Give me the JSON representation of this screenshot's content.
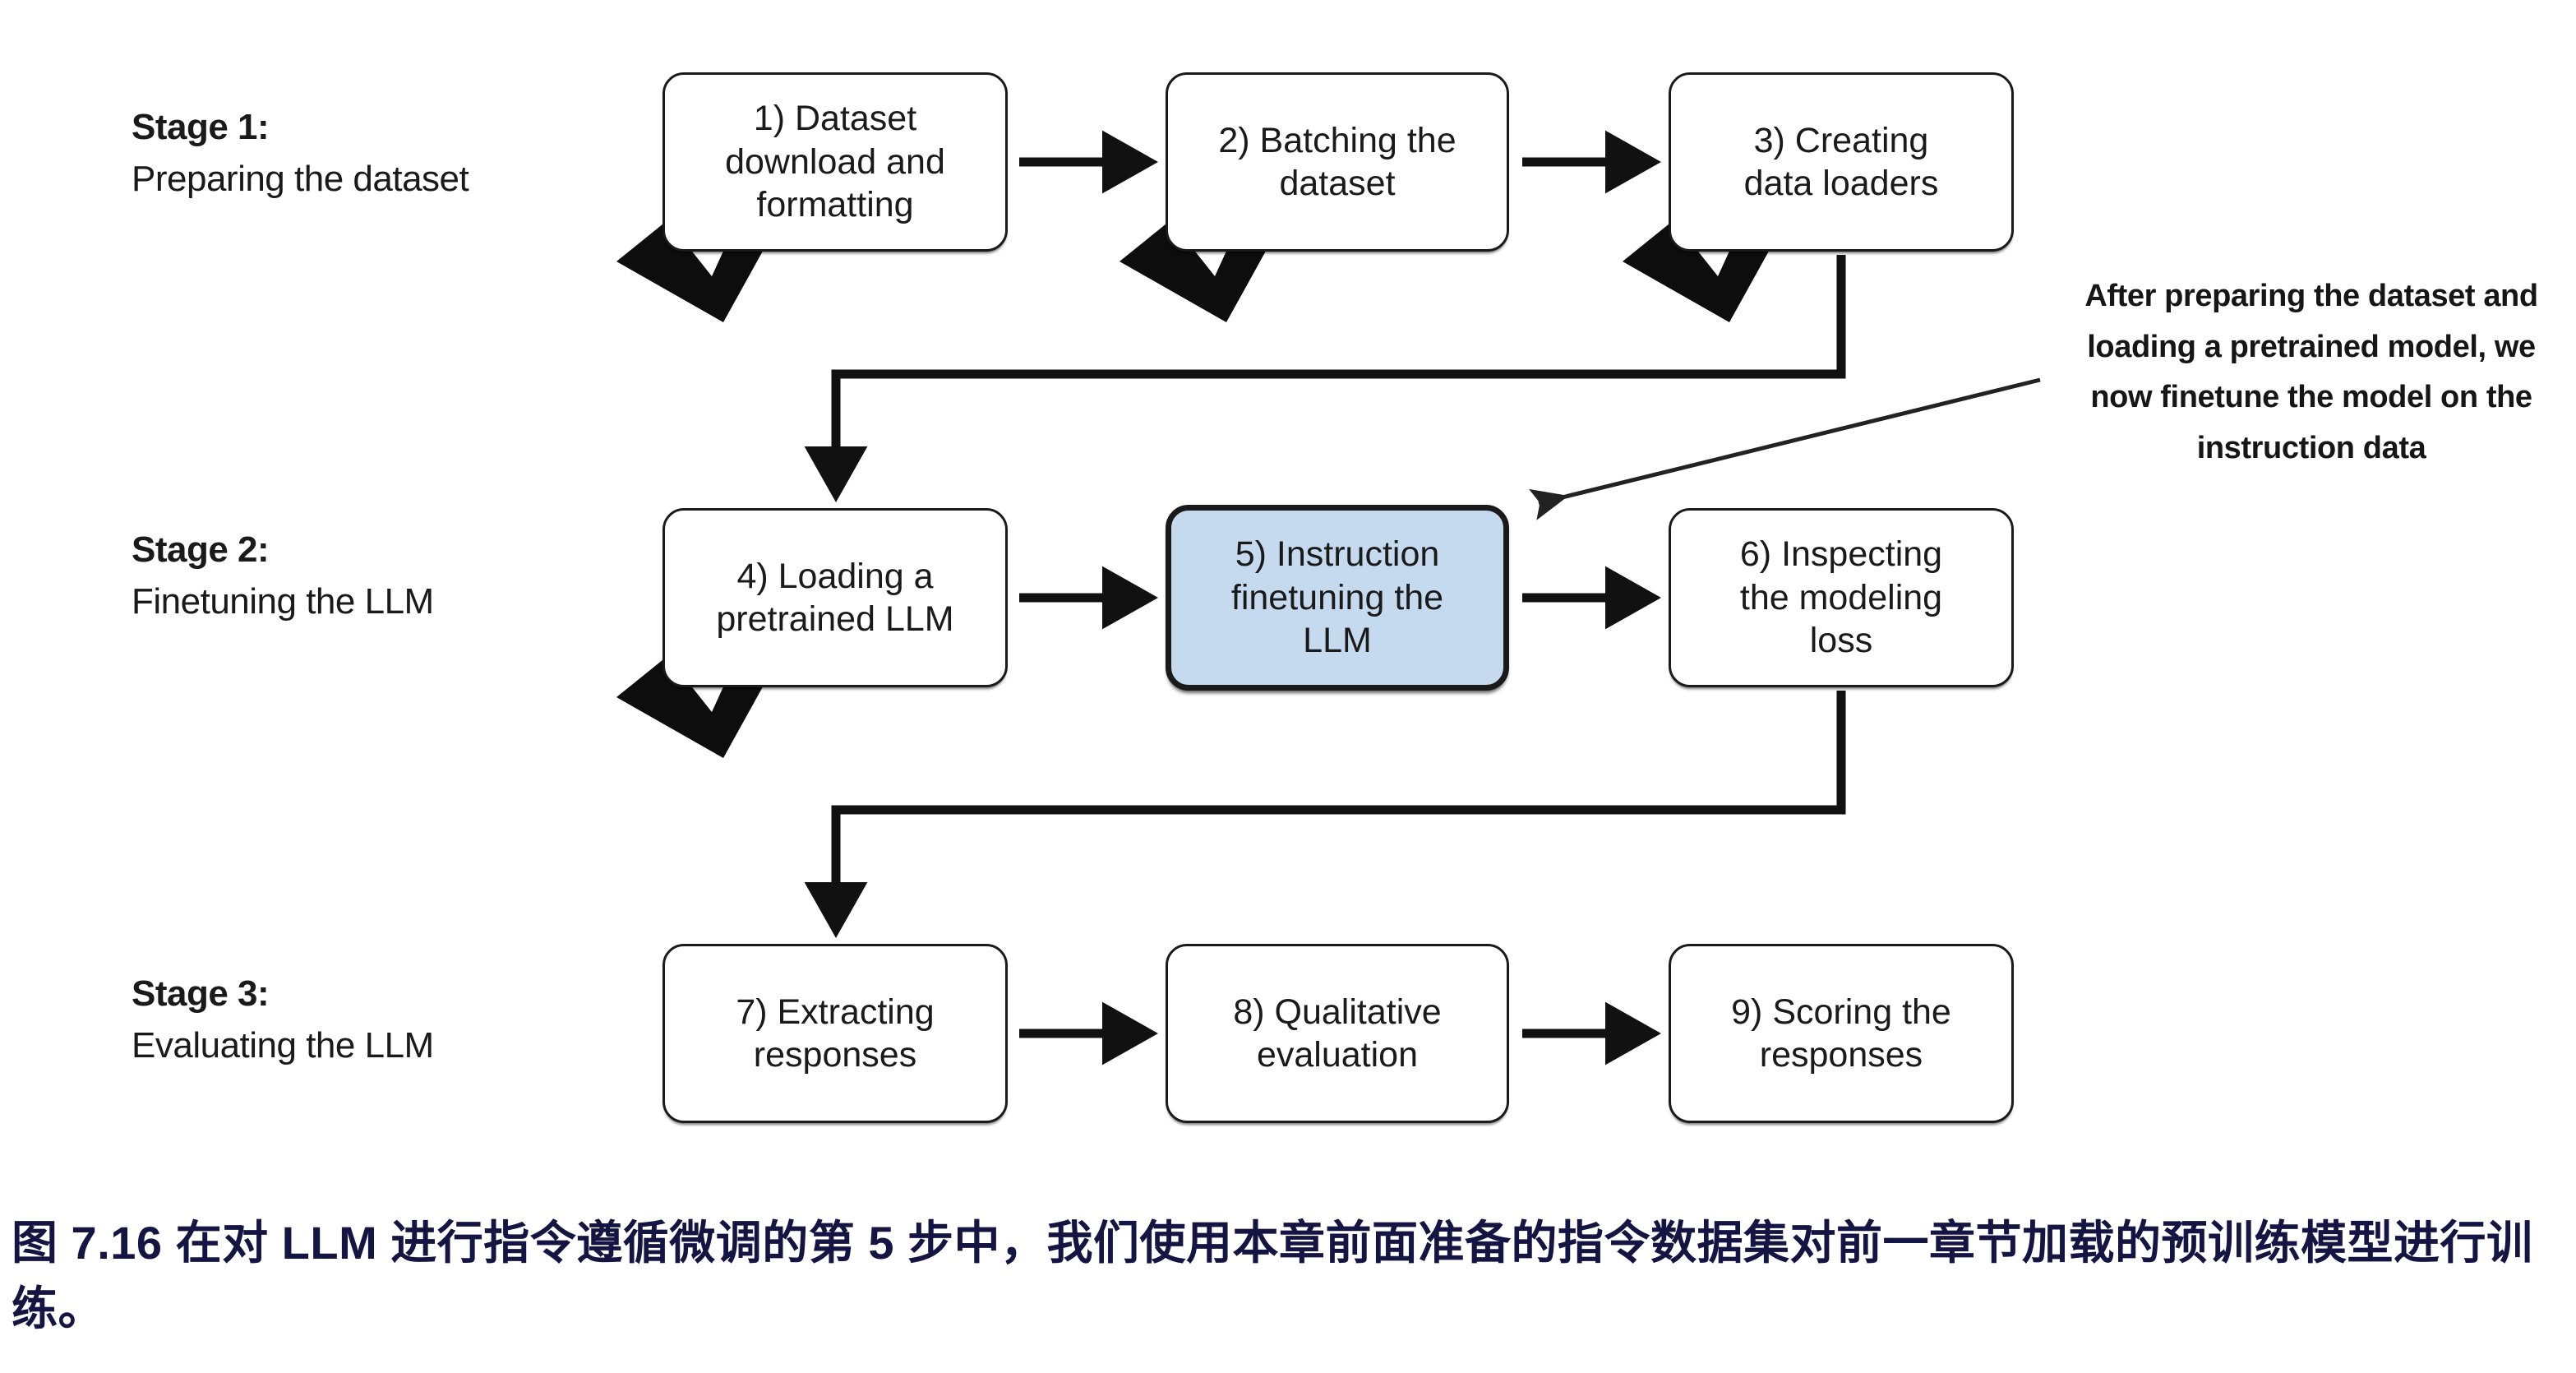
{
  "figure": {
    "type": "flowchart",
    "background_color": "#ffffff",
    "box_border_color": "#1a1a1a",
    "highlight_fill_color": "#c5daee",
    "caption_color": "#151544"
  },
  "stages": [
    {
      "title": "Stage 1:",
      "subtitle": "Preparing the dataset"
    },
    {
      "title": "Stage 2:",
      "subtitle": "Finetuning the LLM"
    },
    {
      "title": "Stage 3:",
      "subtitle": "Evaluating the LLM"
    }
  ],
  "nodes": [
    {
      "id": 1,
      "lines": [
        "1) Dataset",
        "download and",
        "formatting"
      ],
      "checked": true,
      "highlighted": false
    },
    {
      "id": 2,
      "lines": [
        "2) Batching the",
        "dataset"
      ],
      "checked": true,
      "highlighted": false
    },
    {
      "id": 3,
      "lines": [
        "3) Creating",
        "data loaders"
      ],
      "checked": true,
      "highlighted": false
    },
    {
      "id": 4,
      "lines": [
        "4) Loading a",
        "pretrained LLM"
      ],
      "checked": true,
      "highlighted": false
    },
    {
      "id": 5,
      "lines": [
        "5) Instruction",
        "finetuning the",
        "LLM"
      ],
      "checked": false,
      "highlighted": true
    },
    {
      "id": 6,
      "lines": [
        "6) Inspecting",
        "the modeling",
        "loss"
      ],
      "checked": false,
      "highlighted": false
    },
    {
      "id": 7,
      "lines": [
        "7) Extracting",
        "responses"
      ],
      "checked": false,
      "highlighted": false
    },
    {
      "id": 8,
      "lines": [
        "8) Qualitative",
        "evaluation"
      ],
      "checked": false,
      "highlighted": false
    },
    {
      "id": 9,
      "lines": [
        "9) Scoring the",
        "responses"
      ],
      "checked": false,
      "highlighted": false
    }
  ],
  "annotation": {
    "lines": [
      "After preparing the dataset and",
      "loading a pretrained model, we",
      "now finetune the model on the",
      "instruction data"
    ],
    "points_to_node": 5
  },
  "caption": {
    "text": "图 7.16 在对 LLM 进行指令遵循微调的第 5 步中，我们使用本章前面准备的指令数据集对前一章节加载的预训练模型进行训练。"
  }
}
